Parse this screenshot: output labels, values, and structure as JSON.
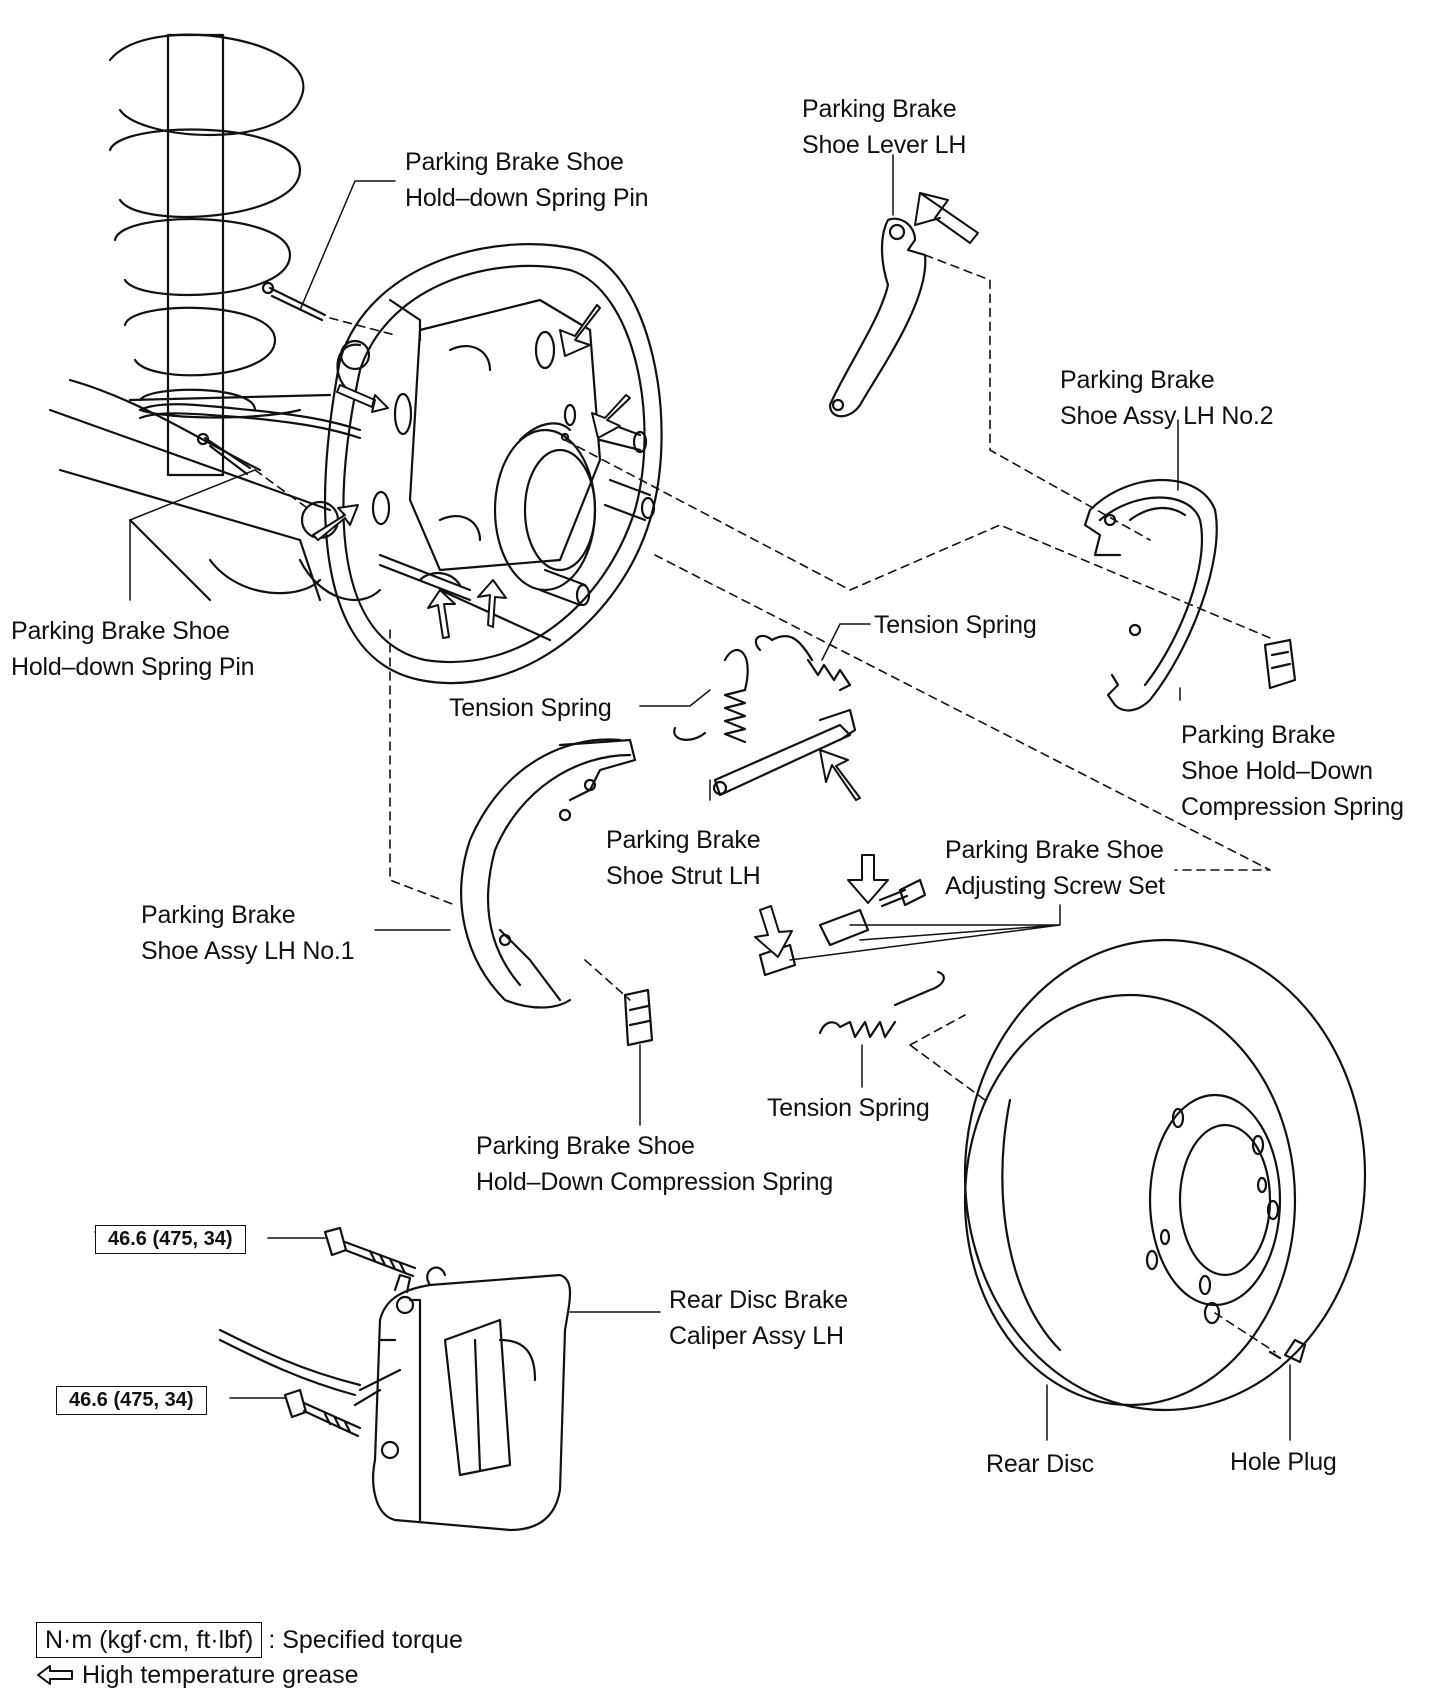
{
  "labels": {
    "pin_top": [
      "Parking Brake Shoe",
      "Hold–down Spring Pin"
    ],
    "lever": [
      "Parking Brake",
      "Shoe Lever LH"
    ],
    "shoe_no2": [
      "Parking Brake",
      "Shoe Assy LH No.2"
    ],
    "pin_left": [
      "Parking Brake Shoe",
      "Hold–down Spring Pin"
    ],
    "tension_spring_right": "Tension Spring",
    "tension_spring_left": "Tension Spring",
    "holddown_right": [
      "Parking Brake",
      "Shoe Hold–Down",
      "Compression Spring"
    ],
    "strut": [
      "Parking Brake",
      "Shoe Strut LH"
    ],
    "adjusting_screw": [
      "Parking Brake Shoe",
      "Adjusting Screw Set"
    ],
    "shoe_no1": [
      "Parking Brake",
      "Shoe Assy LH No.1"
    ],
    "tension_spring_bottom": "Tension Spring",
    "holddown_bottom": [
      "Parking Brake Shoe",
      "Hold–Down Compression Spring"
    ],
    "caliper": [
      "Rear Disc Brake",
      "Caliper Assy LH"
    ],
    "rear_disc": "Rear Disc",
    "hole_plug": "Hole Plug"
  },
  "torques": {
    "upper": "46.6 (475, 34)",
    "lower": "46.6 (475, 34)"
  },
  "legend": {
    "torque_box": "N·m (kgf·cm, ft·lbf)",
    "torque_text": ": Specified torque",
    "grease_text": "High temperature grease"
  }
}
